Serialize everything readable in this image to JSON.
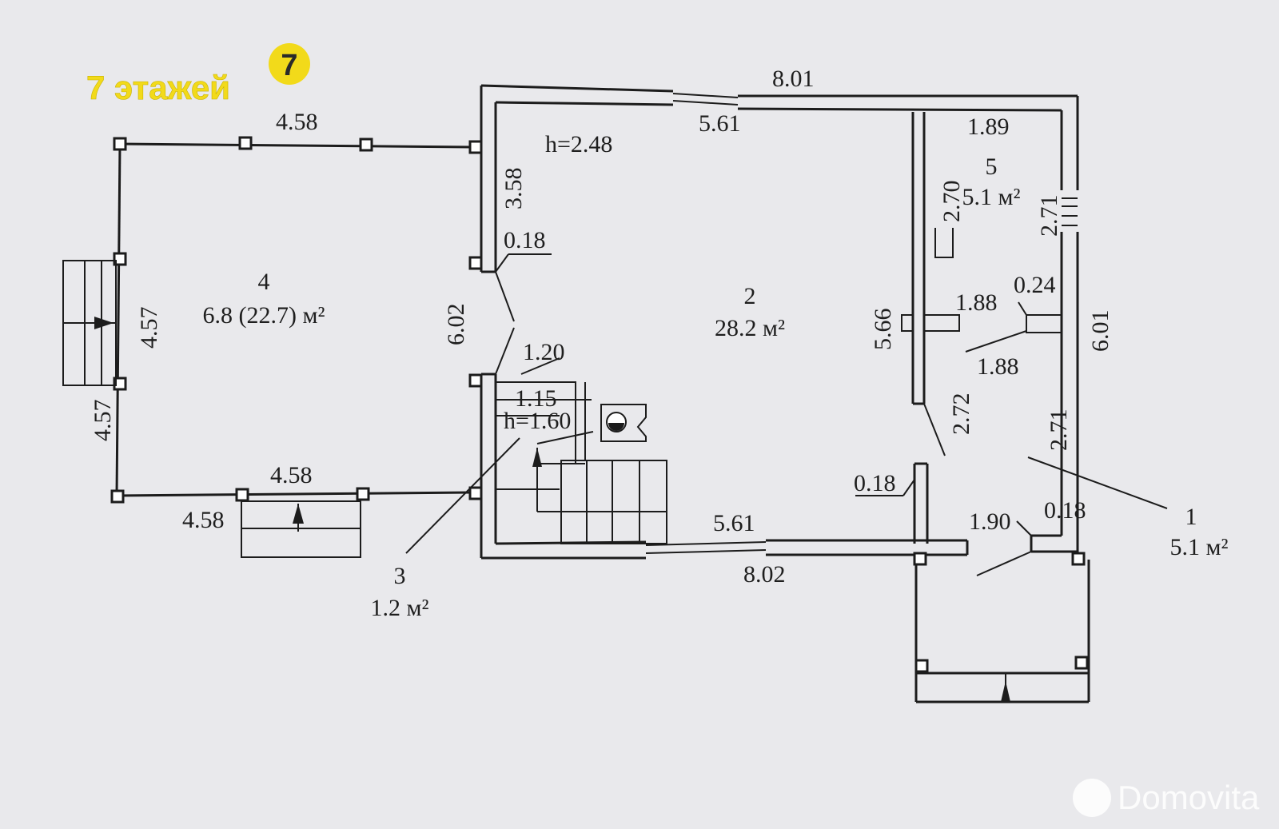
{
  "branding": {
    "agency_text": "7 этажей",
    "agency_logo_digit": "7",
    "watermark_text": "Domovita",
    "colors": {
      "agency_yellow": "#f2da1a",
      "background": "#e9e9ec",
      "ink": "#1c1c1c"
    }
  },
  "rooms": [
    {
      "number": "1",
      "area": "5.1 м²"
    },
    {
      "number": "2",
      "area": "28.2 м²"
    },
    {
      "number": "3",
      "area": "1.2 м²"
    },
    {
      "number": "4",
      "area": "6.8 (22.7) м²"
    },
    {
      "number": "5",
      "area": "5.1 м²"
    }
  ],
  "heights": {
    "main": "h=2.48",
    "stair": "h=1.60"
  },
  "dimensions": {
    "main_top": "8.01",
    "window_top": "5.61",
    "room5_top": "1.89",
    "room5_wall": "2.70",
    "right_window": "2.71",
    "right_wall": "6.01",
    "partition_a": "1.88",
    "partition_b": "1.88",
    "partition_thick": "0.24",
    "inner_wall": "5.66",
    "inner_opening": "2.72",
    "right_lower": "2.71",
    "wall_thick_right": "0.18",
    "bottom_right": "1.90",
    "wall_thick_mid": "0.18",
    "window_bottom": "5.61",
    "main_bottom": "8.02",
    "left_upper": "3.58",
    "wall_thick_left": "0.18",
    "left_wall": "6.02",
    "stair_width": "1.20",
    "stair_step": "1.15",
    "terrace_top": "4.58",
    "terrace_left": "4.57",
    "terrace_outer_left": "4.57",
    "terrace_bottom": "4.58",
    "terrace_outer_bottom": "4.58"
  }
}
